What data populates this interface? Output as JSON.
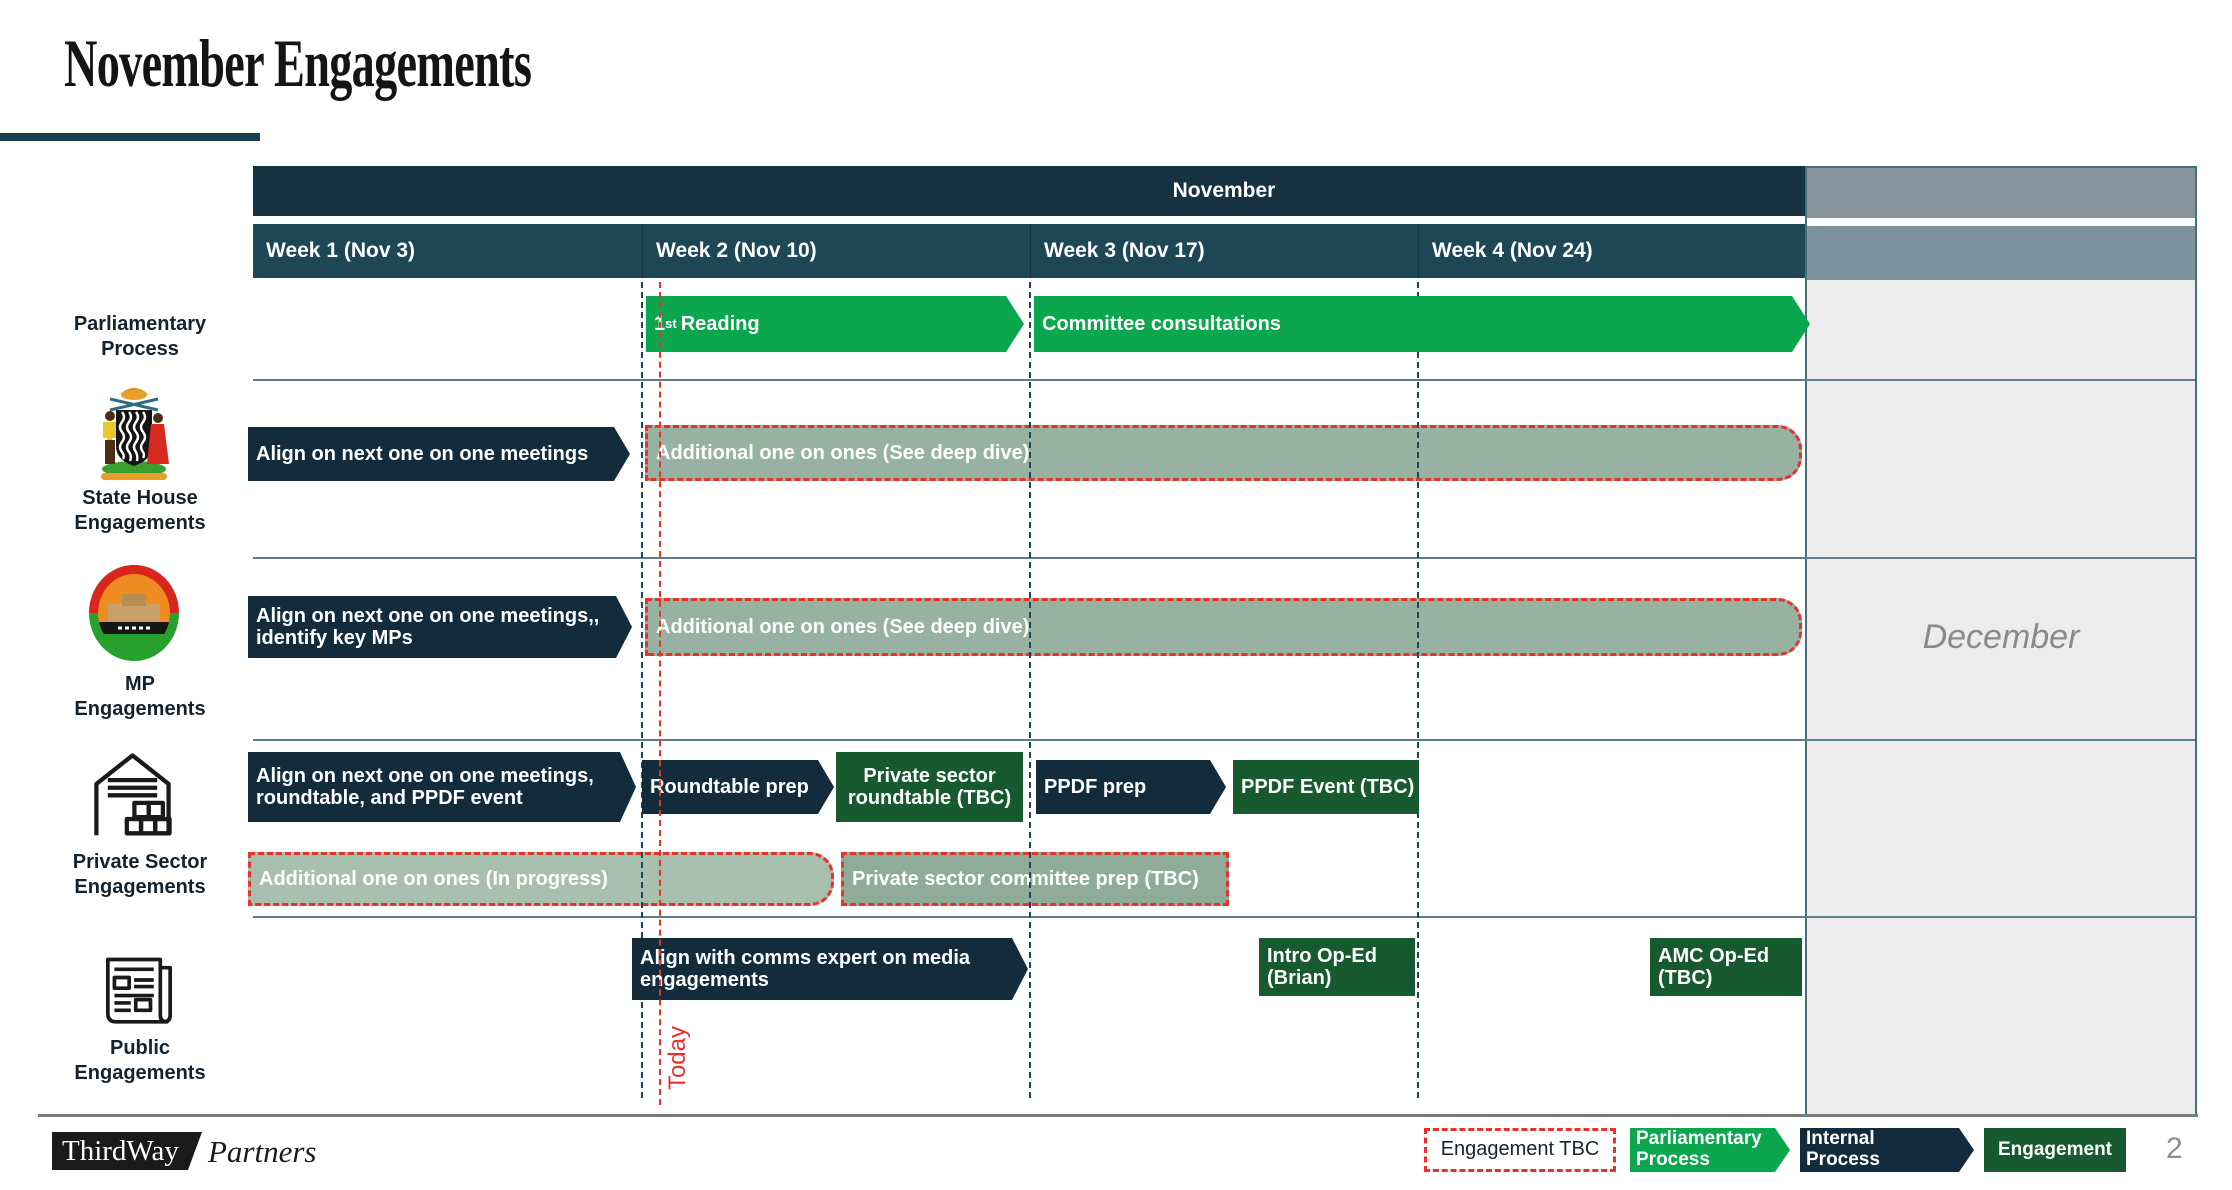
{
  "slide": {
    "title": "November Engagements",
    "page_number": "2",
    "brand": {
      "name_box": "ThirdWay",
      "name_italic": "Partners"
    }
  },
  "header": {
    "month": "November",
    "weeks": [
      "Week 1 (Nov 3)",
      "Week 2 (Nov 10)",
      "Week 3 (Nov 17)",
      "Week 4 (Nov 24)"
    ],
    "next_month": "December"
  },
  "row_labels": [
    {
      "label": "Parliamentary\nProcess",
      "icon": "none"
    },
    {
      "label": "State House\nEngagements",
      "icon": "zambia-coat-of-arms"
    },
    {
      "label": "MP\nEngagements",
      "icon": "national-assembly-of-zambia-seal"
    },
    {
      "label": "Private Sector\nEngagements",
      "icon": "warehouse"
    },
    {
      "label": "Public\nEngagements",
      "icon": "newspaper"
    }
  ],
  "bars": {
    "first_reading": {
      "base": "1",
      "sup": "st",
      "rest": "Reading"
    },
    "committee_consultations": "Committee consultations",
    "sh_align": "Align on next one on one meetings",
    "sh_additional": "Additional one on ones (See deep dive)",
    "mp_align": "Align on next one on one meetings,,\nidentify key MPs",
    "mp_additional": "Additional one on ones (See deep dive)",
    "ps_align": "Align on next one on one meetings,\nroundtable, and PPDF event",
    "roundtable_prep": "Roundtable prep",
    "private_sector_roundtable": "Private sector\nroundtable (TBC)",
    "ppdf_prep": "PPDF prep",
    "ppdf_event": "PPDF Event (TBC)",
    "ps_additional": "Additional one on ones (In progress)",
    "ps_committee_prep": "Private sector committee prep (TBC)",
    "comms_align": "Align with comms expert on media\nengagements",
    "intro_oped": "Intro Op-Ed\n(Brian)",
    "amc_oped": "AMC Op-Ed\n(TBC)"
  },
  "today_label": "Today",
  "legend": {
    "engagement_tbc": "Engagement TBC",
    "parliamentary_process": "Parliamentary\nProcess",
    "internal_process": "Internal\nProcess",
    "engagement": "Engagement"
  },
  "colors": {
    "header_dark": "#16313F",
    "header_teal": "#1E4756",
    "parliamentary_green": "#0BA64D",
    "internal_navy": "#132C3C",
    "engagement_green": "#175A2F",
    "tbc_sage": "#97B2A1",
    "tbc_sage_light": "#A9BFAD",
    "tbc_sage_dark": "#8FAC98",
    "tbc_red": "#E8312A",
    "december_bg": "#ECECEC",
    "december_header_gray": "#87949D"
  }
}
